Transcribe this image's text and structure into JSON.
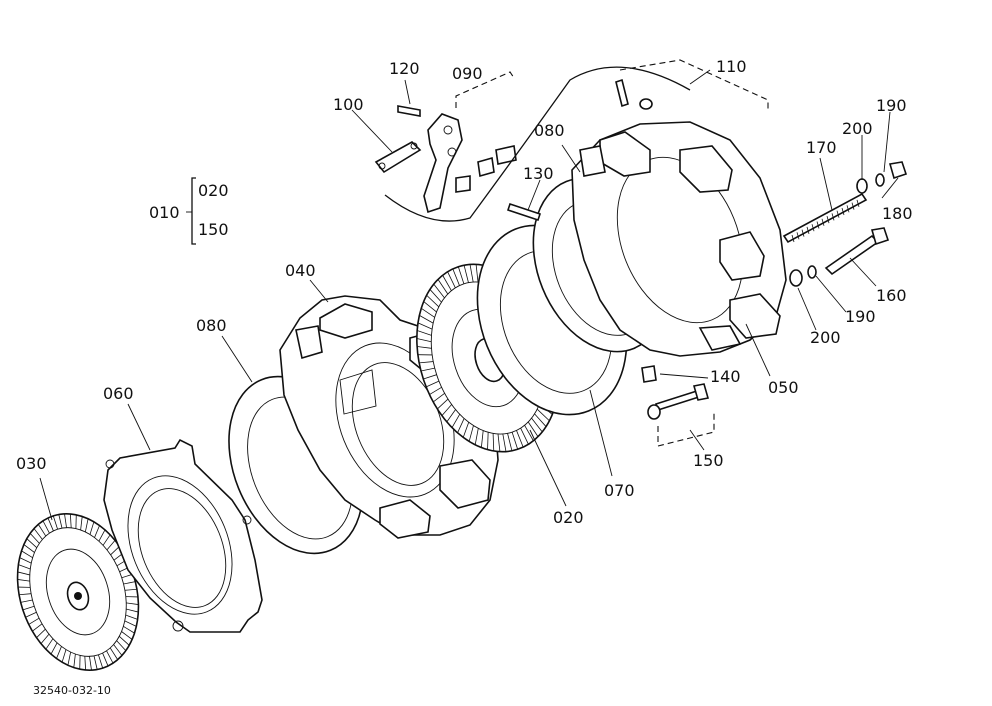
{
  "drawing_id": "32540-032-10",
  "callouts": {
    "c010": "010",
    "c020_group": "020",
    "c150_group": "150",
    "c020": "020",
    "c030": "030",
    "c040": "040",
    "c050": "050",
    "c060": "060",
    "c070": "070",
    "c080_left": "080",
    "c080_right": "080",
    "c090": "090",
    "c100": "100",
    "c110": "110",
    "c120": "120",
    "c130": "130",
    "c140": "140",
    "c150": "150",
    "c160": "160",
    "c170": "170",
    "c180": "180",
    "c190_top": "190",
    "c190_bottom": "190",
    "c200_top": "200",
    "c200_bottom": "200"
  }
}
